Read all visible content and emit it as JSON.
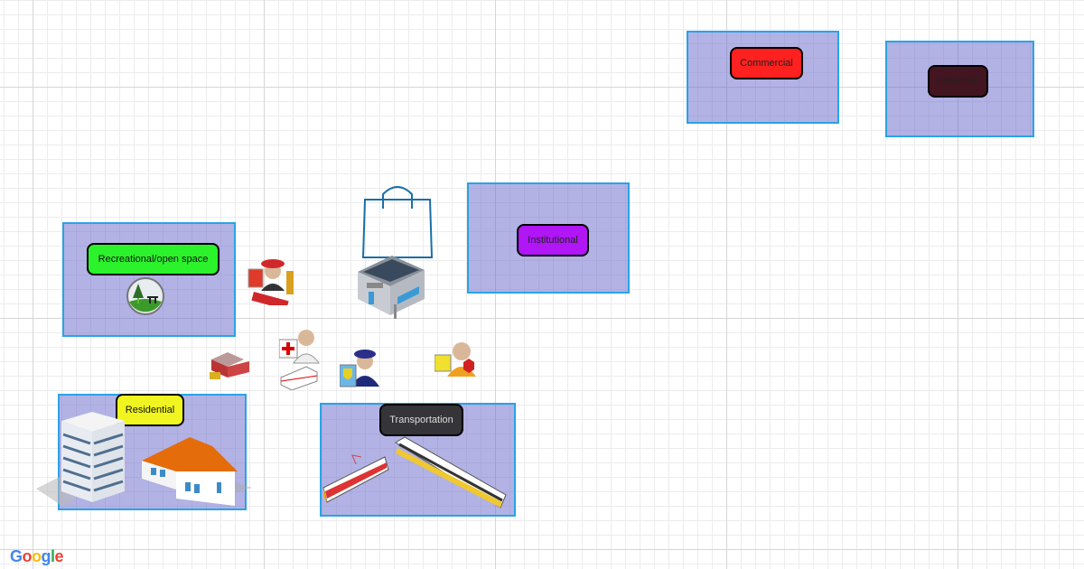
{
  "zones": {
    "commercial": {
      "label": "Commercial",
      "color": "#ff2020"
    },
    "industrial": {
      "label": "Industrial",
      "color": "#431520"
    },
    "institutional": {
      "label": "Institutional",
      "color": "#b016f6"
    },
    "recreational": {
      "label": "Recreational/open space",
      "color": "#2cf22c"
    },
    "residential": {
      "label": "Residential",
      "color": "#f0f520"
    },
    "transportation": {
      "label": "Transportation",
      "color": "#353539"
    }
  },
  "branding": {
    "logo": "Google"
  }
}
